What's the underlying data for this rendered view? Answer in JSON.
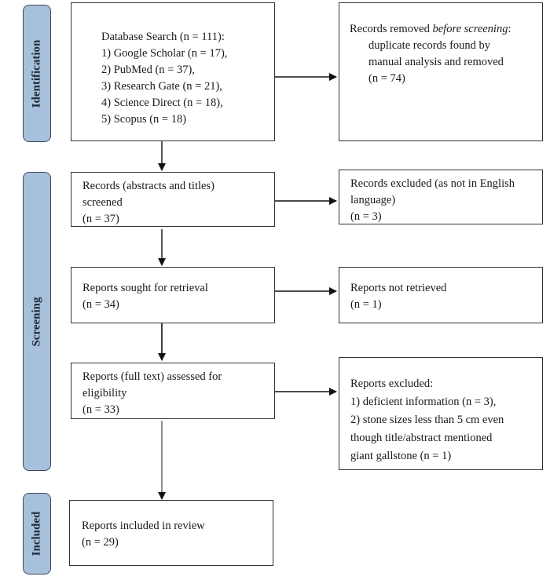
{
  "phases": {
    "identification": "Identification",
    "screening": "Screening",
    "included": "Included"
  },
  "boxes": {
    "database_search": [
      "Database Search (n = 111):",
      "1) Google Scholar (n = 17),",
      "2) PubMed (n = 37),",
      "3) Research Gate (n = 21),",
      "4) Science Direct (n = 18),",
      "5) Scopus (n = 18)"
    ],
    "records_removed": {
      "lead": "Records removed ",
      "lead_italic": "before screening",
      "lead_end": ":",
      "lines": [
        "duplicate records found by",
        "manual analysis and removed",
        "(n = 74)"
      ]
    },
    "records_screened": [
      "Records (abstracts and titles)",
      "screened",
      "(n = 37)"
    ],
    "records_excluded": [
      "Records excluded (as not in English",
      "language)",
      "(n = 3)"
    ],
    "reports_sought": [
      "Reports sought for retrieval",
      "(n = 34)"
    ],
    "reports_not_retrieved": [
      "Reports not retrieved",
      "(n = 1)"
    ],
    "reports_assessed": [
      "Reports (full text) assessed for",
      "eligibility",
      "(n = 33)"
    ],
    "reports_excluded": [
      "Reports excluded:",
      "1) deficient information (n = 3),",
      "2) stone sizes less than 5 cm even",
      "though title/abstract mentioned",
      "giant gallstone (n = 1)"
    ],
    "reports_included": [
      "Reports included in review",
      "(n = 29)"
    ]
  },
  "colors": {
    "phase_fill": "#a7c0dc",
    "phase_border": "#3d4a5a",
    "arrow": "#111111"
  }
}
